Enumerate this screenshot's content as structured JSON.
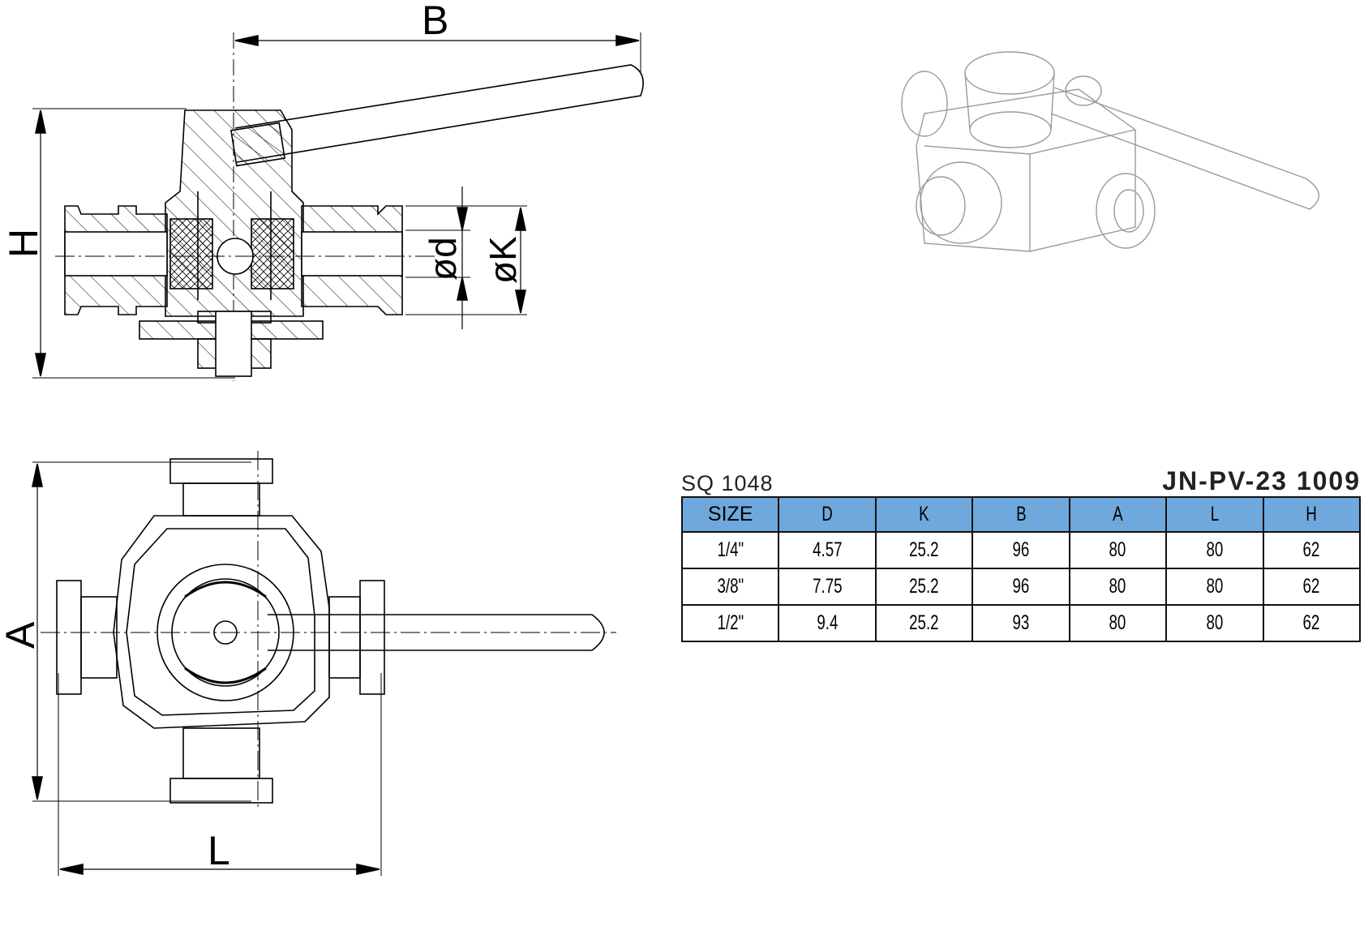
{
  "dimension_labels": {
    "B": "B",
    "H": "H",
    "d": "ød",
    "K": "øK",
    "A": "A",
    "L": "L"
  },
  "table": {
    "sq_code": "SQ 1048",
    "model_code": "JN-PV-23 1009",
    "header_color": "#6fa8dc",
    "columns": [
      "SIZE",
      "D",
      "K",
      "B",
      "A",
      "L",
      "H"
    ],
    "rows": [
      [
        "1/4\"",
        "4.57",
        "25.2",
        "96",
        "80",
        "80",
        "62"
      ],
      [
        "3/8\"",
        "7.75",
        "25.2",
        "96",
        "80",
        "80",
        "62"
      ],
      [
        "1/2\"",
        "9.4",
        "25.2",
        "93",
        "80",
        "80",
        "62"
      ]
    ]
  }
}
